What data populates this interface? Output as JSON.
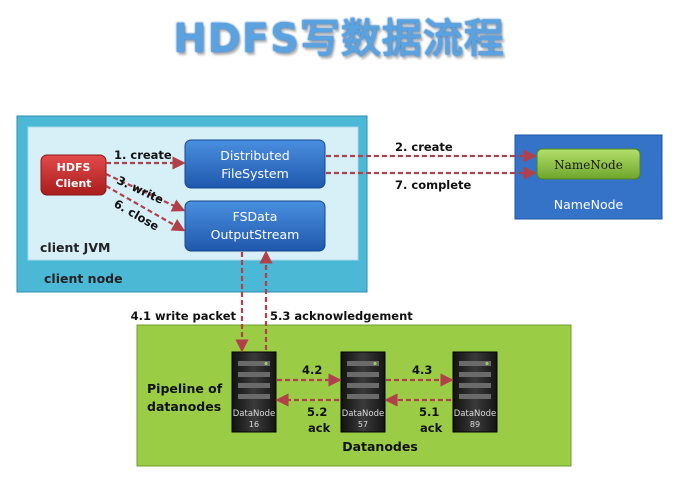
{
  "title": "HDFS写数据流程",
  "client_node": {
    "label": "client node",
    "jvm_label": "client JVM"
  },
  "hdfs_client": {
    "line1": "HDFS",
    "line2": "Client"
  },
  "dfs": {
    "line1": "Distributed",
    "line2": "FileSystem"
  },
  "fsdata": {
    "line1": "FSData",
    "line2": "OutputStream"
  },
  "namenode": {
    "inner": "NameNode",
    "outer": "NameNode"
  },
  "pipeline": {
    "line1": "Pipeline of",
    "line2": "datanodes",
    "datanodes_label": "Datanodes"
  },
  "datanodes": [
    {
      "name": "DataNode",
      "id": "16"
    },
    {
      "name": "DataNode",
      "id": "57"
    },
    {
      "name": "DataNode",
      "id": "89"
    }
  ],
  "steps": {
    "create1": "1. create",
    "write3": "3. write",
    "close6": "6. close",
    "create2": "2. create",
    "complete7": "7. complete",
    "write_packet": "4.1 write packet",
    "ack53": "5.3 acknowledgement",
    "s42": "4.2",
    "s43": "4.3",
    "s52": "5.2",
    "s51": "5.1",
    "ack_a": "ack",
    "ack_b": "ack"
  },
  "colors": {
    "title": "#5aa2e0",
    "client_outer": "#4bb8d6",
    "client_inner": "#d7f0f7",
    "hdfs_client": "#cc2b2b",
    "blue_box": "#2f6fc7",
    "namenode_outer": "#3573c9",
    "namenode_inner": "#86c43c",
    "pipeline": "#9acd45",
    "arrow": "#b2404a"
  }
}
